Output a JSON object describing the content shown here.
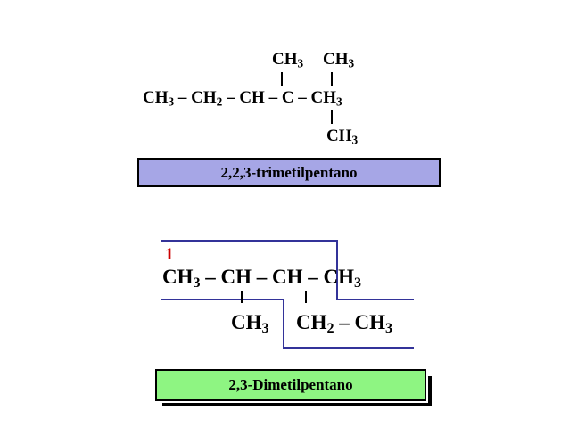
{
  "molecule1": {
    "top_left": "CH",
    "top_right": "CH",
    "main": [
      "CH",
      "– CH",
      "– CH – C –  CH"
    ],
    "bottom": "CH",
    "sub": "3",
    "sub2": "2",
    "name": "2,2,3-trimetilpentano",
    "box_color": "#a6a6e6"
  },
  "molecule2": {
    "carbon_number": "1",
    "left": "CH",
    "middle": "– CH – CH",
    "right": "– CH",
    "sub": "3",
    "sub2": "2",
    "branch1": "CH",
    "branch2_a": "CH",
    "branch2_b": "– CH",
    "name": "2,3-Dimetilpentano",
    "box_color": "#8ef582",
    "chain_line_color": "#333399"
  }
}
